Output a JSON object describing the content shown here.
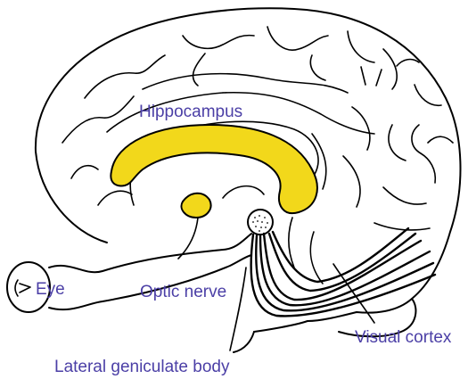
{
  "colors": {
    "label": "#4b3fa6",
    "hippocampus": "#f2d81b",
    "outline": "#000000",
    "background": "#ffffff"
  },
  "labels": {
    "hippocampus": "Hippocampus",
    "eye": "Eye",
    "optic_nerve": "Optic nerve",
    "lateral_geniculate_body": "Lateral geniculate body",
    "visual_cortex": "Visual cortex"
  }
}
